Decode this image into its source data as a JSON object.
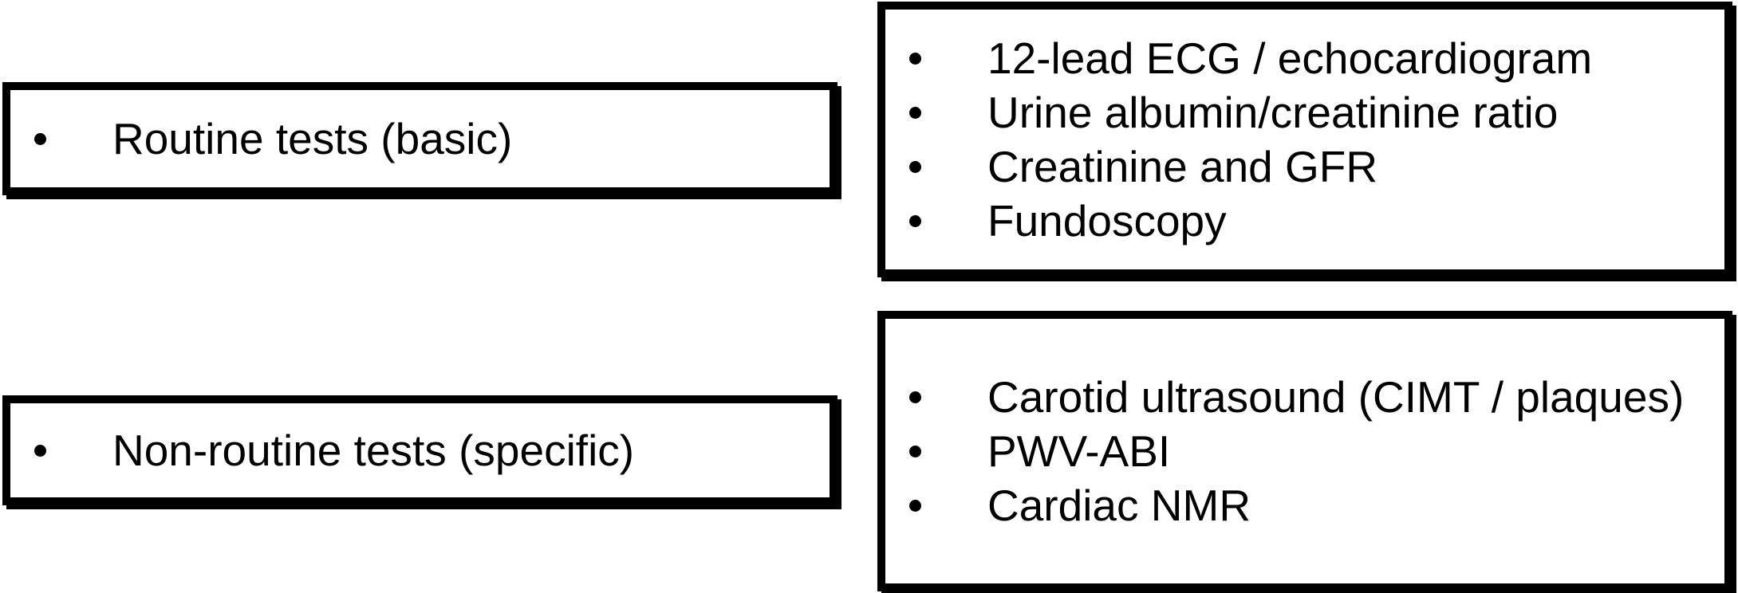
{
  "diagram": {
    "colors": {
      "background": "#ffffff",
      "border": "#000000",
      "text": "#000000"
    },
    "left_boxes": [
      {
        "label": "Routine tests (basic)"
      },
      {
        "label": "Non-routine tests (specific)"
      }
    ],
    "right_boxes": [
      {
        "items": [
          "12-lead ECG / echocardiogram",
          "Urine albumin/creatinine ratio",
          "Creatinine and GFR",
          "Fundoscopy"
        ]
      },
      {
        "items": [
          "Carotid ultrasound (CIMT / plaques)",
          "PWV-ABI",
          "Cardiac NMR"
        ]
      }
    ]
  }
}
